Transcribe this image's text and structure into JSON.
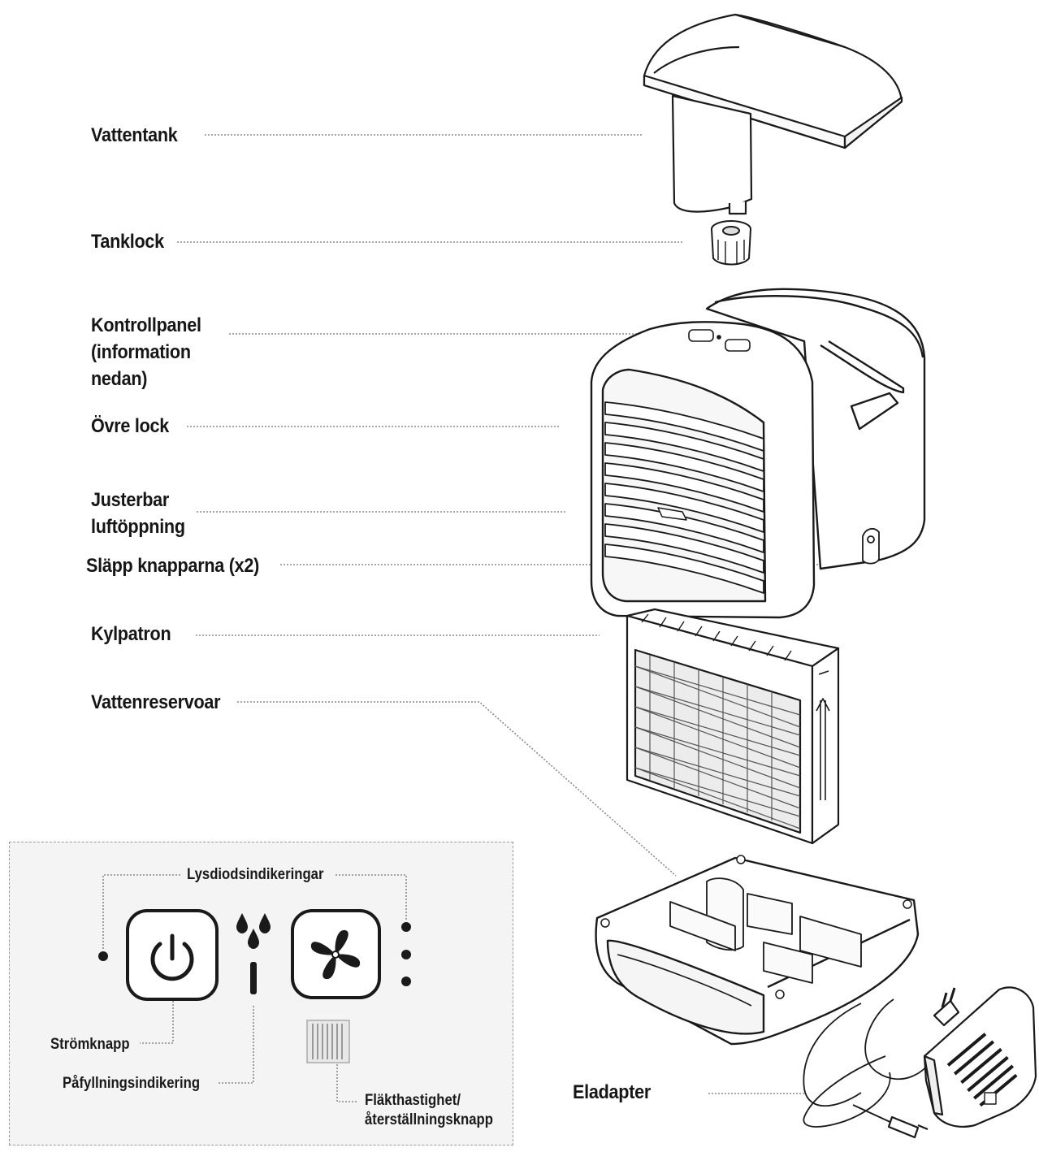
{
  "labels": {
    "vattentank": "Vattentank",
    "tanklock": "Tanklock",
    "kontrollpanel": [
      "Kontrollpanel",
      "(information",
      "nedan)"
    ],
    "ovre_lock": "Övre lock",
    "justerbar": [
      "Justerbar",
      "luftöppning"
    ],
    "slapp": "Släpp knapparna (x2)",
    "kylpatron": "Kylpatron",
    "vattenreservoar": "Vattenreservoar",
    "eladapter": "Eladapter"
  },
  "control_panel": {
    "led": "Lysdiodsindikeringar",
    "power": "Strömknapp",
    "refill": "Påfyllningsindikering",
    "fan": [
      "Fläkthastighet/",
      "återställningsknapp"
    ]
  },
  "icons": [
    "power-icon",
    "fan-icon",
    "water-drop-icon",
    "filter-icon"
  ],
  "colors": {
    "line": "#1a1a1a",
    "leader": "#8a8a8a",
    "panel_bg": "#f4f4f4"
  }
}
